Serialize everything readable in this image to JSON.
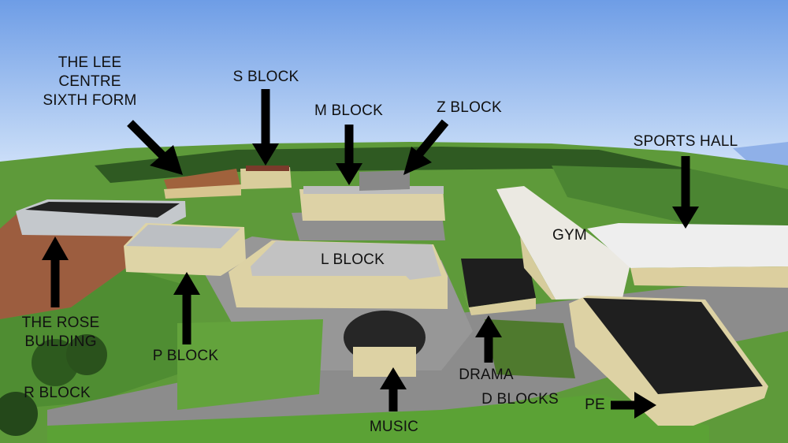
{
  "map": {
    "labels": {
      "lee_centre": [
        "THE LEE",
        "CENTRE",
        "SIXTH FORM"
      ],
      "s_block": "S BLOCK",
      "m_block": "M BLOCK",
      "z_block": "Z BLOCK",
      "sports_hall": "SPORTS HALL",
      "l_block": "L BLOCK",
      "gym": "GYM",
      "rose_building": [
        "THE ROSE",
        "BUILDING"
      ],
      "p_block": "P BLOCK",
      "r_block": "R BLOCK",
      "drama": "DRAMA",
      "d_blocks": "D BLOCKS",
      "pe": "PE",
      "music": "MUSIC"
    },
    "colors": {
      "sky_top": "#7aa7ea",
      "sky_horizon": "#c9defa",
      "grass": "#5e9a3a",
      "grass_dark": "#3f6e27",
      "dirt": "#9c5d3f",
      "path": "#8a8a8a",
      "sandstone": "#dcd0a0",
      "roof_dark": "#1e1e1e",
      "roof_light": "#d8d8d8",
      "arrow": "#000000"
    }
  }
}
